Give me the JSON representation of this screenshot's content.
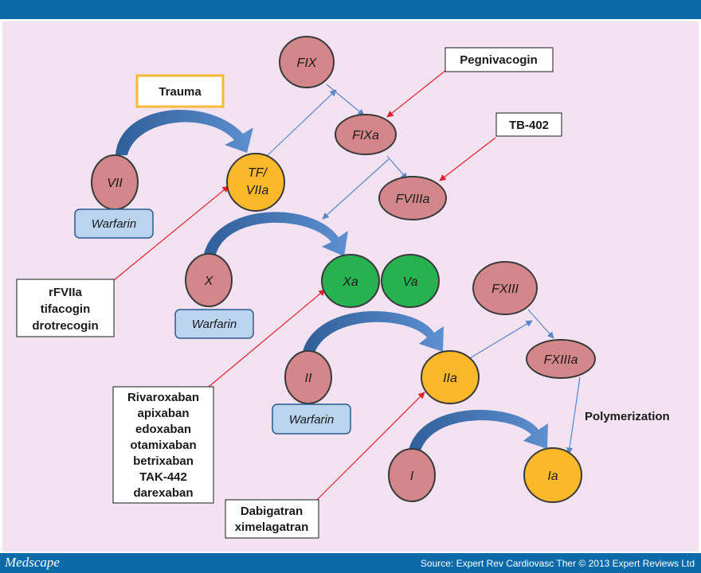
{
  "colors": {
    "header": "#0b6aa8",
    "background": "#f3e2f1",
    "factor_pink": "#d4878b",
    "factor_yellow": "#fbb92a",
    "factor_green": "#27b250",
    "warfarin_blue": "#bad3ef",
    "inhibitor_arrow": "#e0202a",
    "pathway_arrow": "#5a86c6",
    "curved_arrow": "#3d6ea8"
  },
  "footer": {
    "brand": "Medscape",
    "source": "Source: Expert Rev Cardiovasc Ther © 2013 Expert Reviews Ltd"
  },
  "factors": {
    "vii": "VII",
    "tf_viia": [
      "TF/",
      "VIIa"
    ],
    "fix": "FIX",
    "fixa": "FIXa",
    "fviiia": "FVIIIa",
    "x": "X",
    "xa": "Xa",
    "va": "Va",
    "ii": "II",
    "iia": "IIa",
    "fxiii": "FXIII",
    "fxiiia": "FXIIIa",
    "i": "I",
    "ia": "Ia"
  },
  "boxes": {
    "trauma": "Trauma",
    "pegnivacogin": "Pegnivacogin",
    "tb402": "TB-402",
    "rfviia_group": [
      "rFVIIa",
      "tifacogin",
      "drotrecogin"
    ],
    "xa_inhibitors": [
      "Rivaroxaban",
      "apixaban",
      "edoxaban",
      "otamixaban",
      "betrixaban",
      "TAK-442",
      "darexaban"
    ],
    "thrombin_inhibitors": [
      "Dabigatran",
      "ximelagatran"
    ]
  },
  "warfarin": {
    "label": "Warfarin"
  },
  "labels": {
    "polymerization": "Polymerization"
  }
}
